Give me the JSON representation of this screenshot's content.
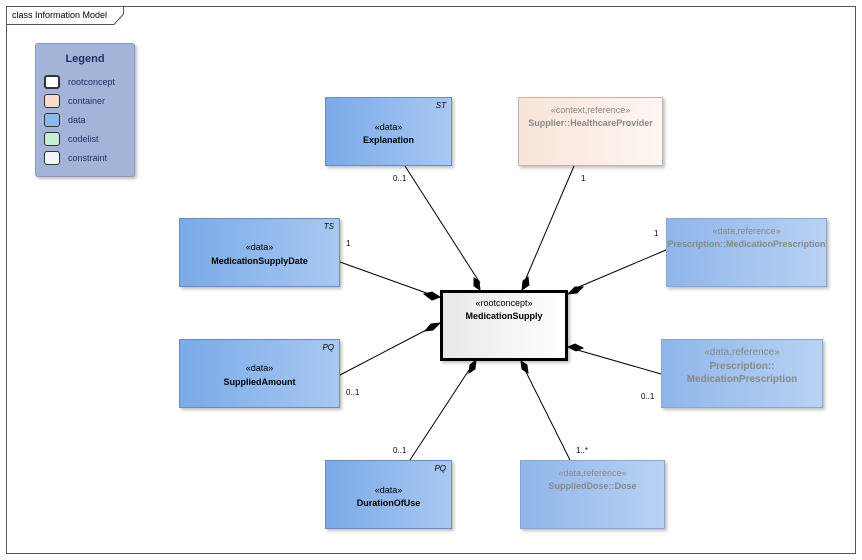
{
  "frame": {
    "title": "class Information Model"
  },
  "legend": {
    "title": "Legend",
    "items": [
      {
        "label": "rootconcept",
        "color": "#ffffff"
      },
      {
        "label": "container",
        "color": "#f6dccd"
      },
      {
        "label": "data",
        "color": "#8ab8ea"
      },
      {
        "label": "codelist",
        "color": "#c8ecd4"
      },
      {
        "label": "constraint",
        "color": "#f4f4f8"
      }
    ]
  },
  "nodes": {
    "root": {
      "stereotype": "«rootconcept»",
      "name": "MedicationSupply"
    },
    "explanation": {
      "stereotype": "«data»",
      "name": "Explanation",
      "tag": "ST"
    },
    "supplier": {
      "stereotype": "«context,reference»",
      "name": "Supplier::HealthcareProvider"
    },
    "supplyDate": {
      "stereotype": "«data»",
      "name": "MedicationSupplyDate",
      "tag": "TS"
    },
    "prescription1": {
      "stereotype": "«data,reference»",
      "name": "Prescription::MedicationPrescription"
    },
    "amount": {
      "stereotype": "«data»",
      "name": "SuppliedAmount",
      "tag": "PQ"
    },
    "prescription2": {
      "stereotype": "«data,reference»",
      "name_line1": "Prescription::",
      "name_line2": "MedicationPrescription"
    },
    "duration": {
      "stereotype": "«data»",
      "name": "DurationOfUse",
      "tag": "PQ"
    },
    "dose": {
      "stereotype": "«data,reference»",
      "name": "SuppliedDose::Dose"
    }
  },
  "multiplicities": {
    "explanation": "0..1",
    "supplier": "1",
    "supplyDate": "1",
    "prescription1": "1",
    "amount": "0..1",
    "prescription2": "0..1",
    "duration": "0..1",
    "dose": "1..*"
  }
}
